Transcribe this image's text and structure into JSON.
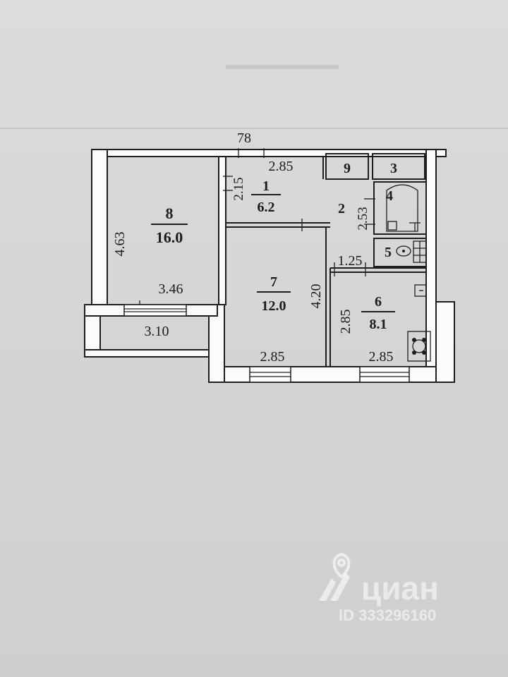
{
  "plan": {
    "top_number": "78",
    "rooms": [
      {
        "id": "8",
        "number": "8",
        "area": "16.0"
      },
      {
        "id": "1",
        "number": "1",
        "area": "6.2"
      },
      {
        "id": "7",
        "number": "7",
        "area": "12.0"
      },
      {
        "id": "6",
        "number": "6",
        "area": "8.1"
      },
      {
        "id": "2",
        "number": "2"
      },
      {
        "id": "9",
        "number": "9"
      },
      {
        "id": "3",
        "number": "3"
      },
      {
        "id": "4",
        "number": "4"
      },
      {
        "id": "5",
        "number": "5"
      }
    ],
    "dimensions": {
      "room8_height": "4.63",
      "room8_width": "3.46",
      "balcony_width": "3.10",
      "room1_width": "2.85",
      "room1_height": "2.15",
      "corridor_height": "2.53",
      "corridor_width": "1.25",
      "room7_height": "4.20",
      "room7_width": "2.85",
      "room6_height": "2.85",
      "room6_width": "2.85"
    }
  },
  "watermark": {
    "brand": "циан",
    "id": "ID 333296160"
  }
}
